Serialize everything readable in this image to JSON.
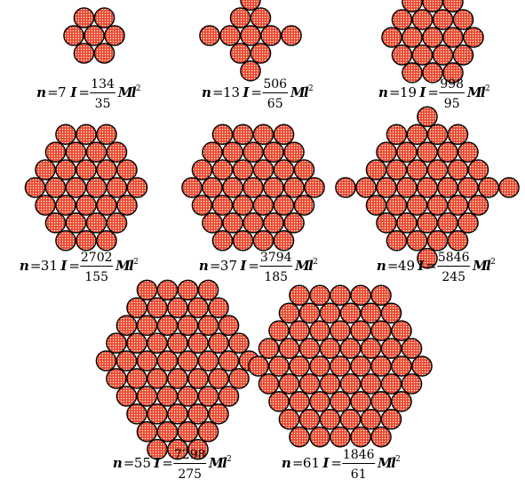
{
  "colors": {
    "disk_fill": "#E8452A",
    "disk_dot": "#FFFFFF",
    "disk_stroke": "#000000",
    "text": "#000000"
  },
  "clusters": [
    {
      "id": "n7",
      "n": "7",
      "numerator": "134",
      "denominator": "35",
      "rows": [
        2,
        3,
        2
      ]
    },
    {
      "id": "n13",
      "n": "13",
      "numerator": "506",
      "denominator": "65",
      "rows": [
        1,
        2,
        5,
        2,
        1
      ]
    },
    {
      "id": "n19",
      "n": "19",
      "numerator": "998",
      "denominator": "95",
      "rows": [
        3,
        4,
        5,
        4,
        3
      ]
    },
    {
      "id": "n31",
      "n": "31",
      "numerator": "2702",
      "denominator": "155",
      "rows": [
        3,
        4,
        5,
        6,
        5,
        4,
        3
      ]
    },
    {
      "id": "n37",
      "n": "37",
      "numerator": "3794",
      "denominator": "185",
      "rows": [
        4,
        5,
        6,
        7,
        6,
        5,
        4
      ]
    },
    {
      "id": "n49",
      "n": "49",
      "numerator": "5846",
      "denominator": "245",
      "rows": [
        1,
        4,
        5,
        6,
        9,
        6,
        5,
        4,
        1
      ]
    },
    {
      "id": "n55",
      "n": "55",
      "numerator": "7298",
      "denominator": "275",
      "rows": [
        4,
        5,
        6,
        7,
        8,
        7,
        6,
        5,
        4,
        3
      ]
    },
    {
      "id": "n61",
      "n": "61",
      "numerator": "1846",
      "denominator": "61",
      "rows": [
        5,
        6,
        7,
        8,
        9,
        8,
        7,
        6,
        5
      ]
    }
  ],
  "labels": {
    "n_symbol": "n",
    "equals": "=",
    "I_symbol": "I",
    "M_symbol": "M",
    "l_symbol": "l",
    "exponent": "2"
  }
}
